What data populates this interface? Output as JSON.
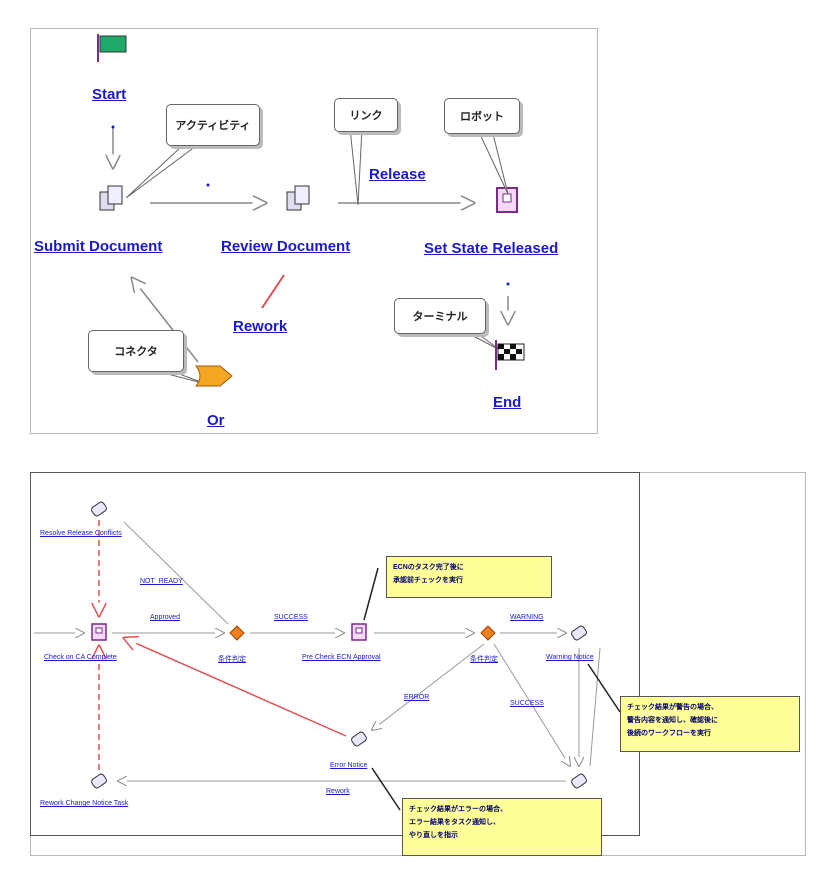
{
  "top": {
    "nodes": {
      "start": "Start",
      "submit": "Submit Document",
      "review": "Review Document",
      "set_state": "Set State Released",
      "or": "Or",
      "end": "End"
    },
    "links": {
      "release": "Release",
      "rework": "Rework"
    },
    "callouts": {
      "activity": "アクティビティ",
      "link": "リンク",
      "robot": "ロボット",
      "connector": "コネクタ",
      "terminal": "ターミナル"
    }
  },
  "bottom": {
    "nodes": {
      "resolve": "Resolve Release Conflicts",
      "check_complete": "Check on CA Complete",
      "cond1": "条件判定",
      "precheck": "Pre Check ECN Approval",
      "cond2": "条件判定",
      "warning_notice": "Warning Notice",
      "error_notice": "Error Notice",
      "rework_change": "Rework Change Notice Task"
    },
    "links": {
      "not_ready": "NOT_READY",
      "approved": "Approved",
      "success1": "SUCCESS",
      "warning": "WARNING",
      "error": "ERROR",
      "success2": "SUCCESS",
      "rework": "Rework"
    },
    "notes": {
      "ecn_line1": "ECNのタスク完了後に",
      "ecn_line2": "承認前チェックを実行",
      "warn_line1": "チェック結果が警告の場合、",
      "warn_line2": "警告内容を通知し、確認後に",
      "warn_line3": "後続のワークフローを実行",
      "err_line1": "チェック結果がエラーの場合、",
      "err_line2": "エラー結果をタスク通知し、",
      "err_line3": "やり直しを指示"
    }
  }
}
